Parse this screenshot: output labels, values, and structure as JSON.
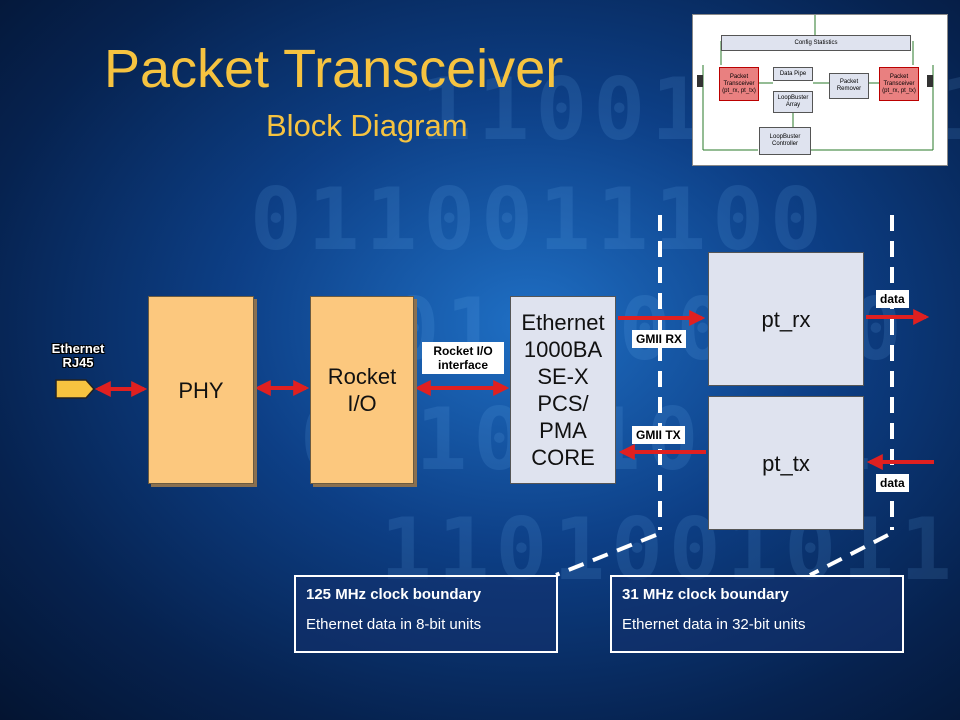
{
  "title": "Packet Transceiver",
  "subtitle": "Block Diagram",
  "background_binary": [
    "1100101101",
    "0110011100",
    "1011100110",
    "0010110011",
    "1101001011"
  ],
  "nodes": {
    "ethernet_rj45": "Ethernet RJ45",
    "phy": "PHY",
    "rocket_io": "Rocket I/O",
    "rocket_io_interface": "Rocket I/O interface",
    "eth_core": [
      "Ethernet",
      "1000BA",
      "SE-X",
      "PCS/",
      "PMA",
      "CORE"
    ],
    "pt_rx": "pt_rx",
    "pt_tx": "pt_tx"
  },
  "edge_labels": {
    "gmii_rx": "GMII RX",
    "gmii_tx": "GMII TX",
    "data_out": "data",
    "data_in": "data"
  },
  "callouts": {
    "left": {
      "heading": "125 MHz clock boundary",
      "body": "Ethernet data in 8-bit units"
    },
    "right": {
      "heading": "31 MHz clock boundary",
      "body": "Ethernet data in 32-bit units"
    }
  },
  "thumbnail": {
    "config": "Config Statistics",
    "data_pipe": "Data Pipe",
    "packet_remover": "Packet Remover",
    "loopbuster_array": "LoopBuster Array",
    "loopbuster_controller": "LoopBuster Controller",
    "left_block": "Packet Transceiver (pt_rx, pt_tx)",
    "right_block": "Packet Transceiver (pt_rx, pt_tx)"
  },
  "colors": {
    "title": "#f6c340",
    "block_fill": "#fcc87e",
    "arrow": "#e02020",
    "dashed": "#ffffff",
    "pt_fill": "#dfe3ef"
  }
}
